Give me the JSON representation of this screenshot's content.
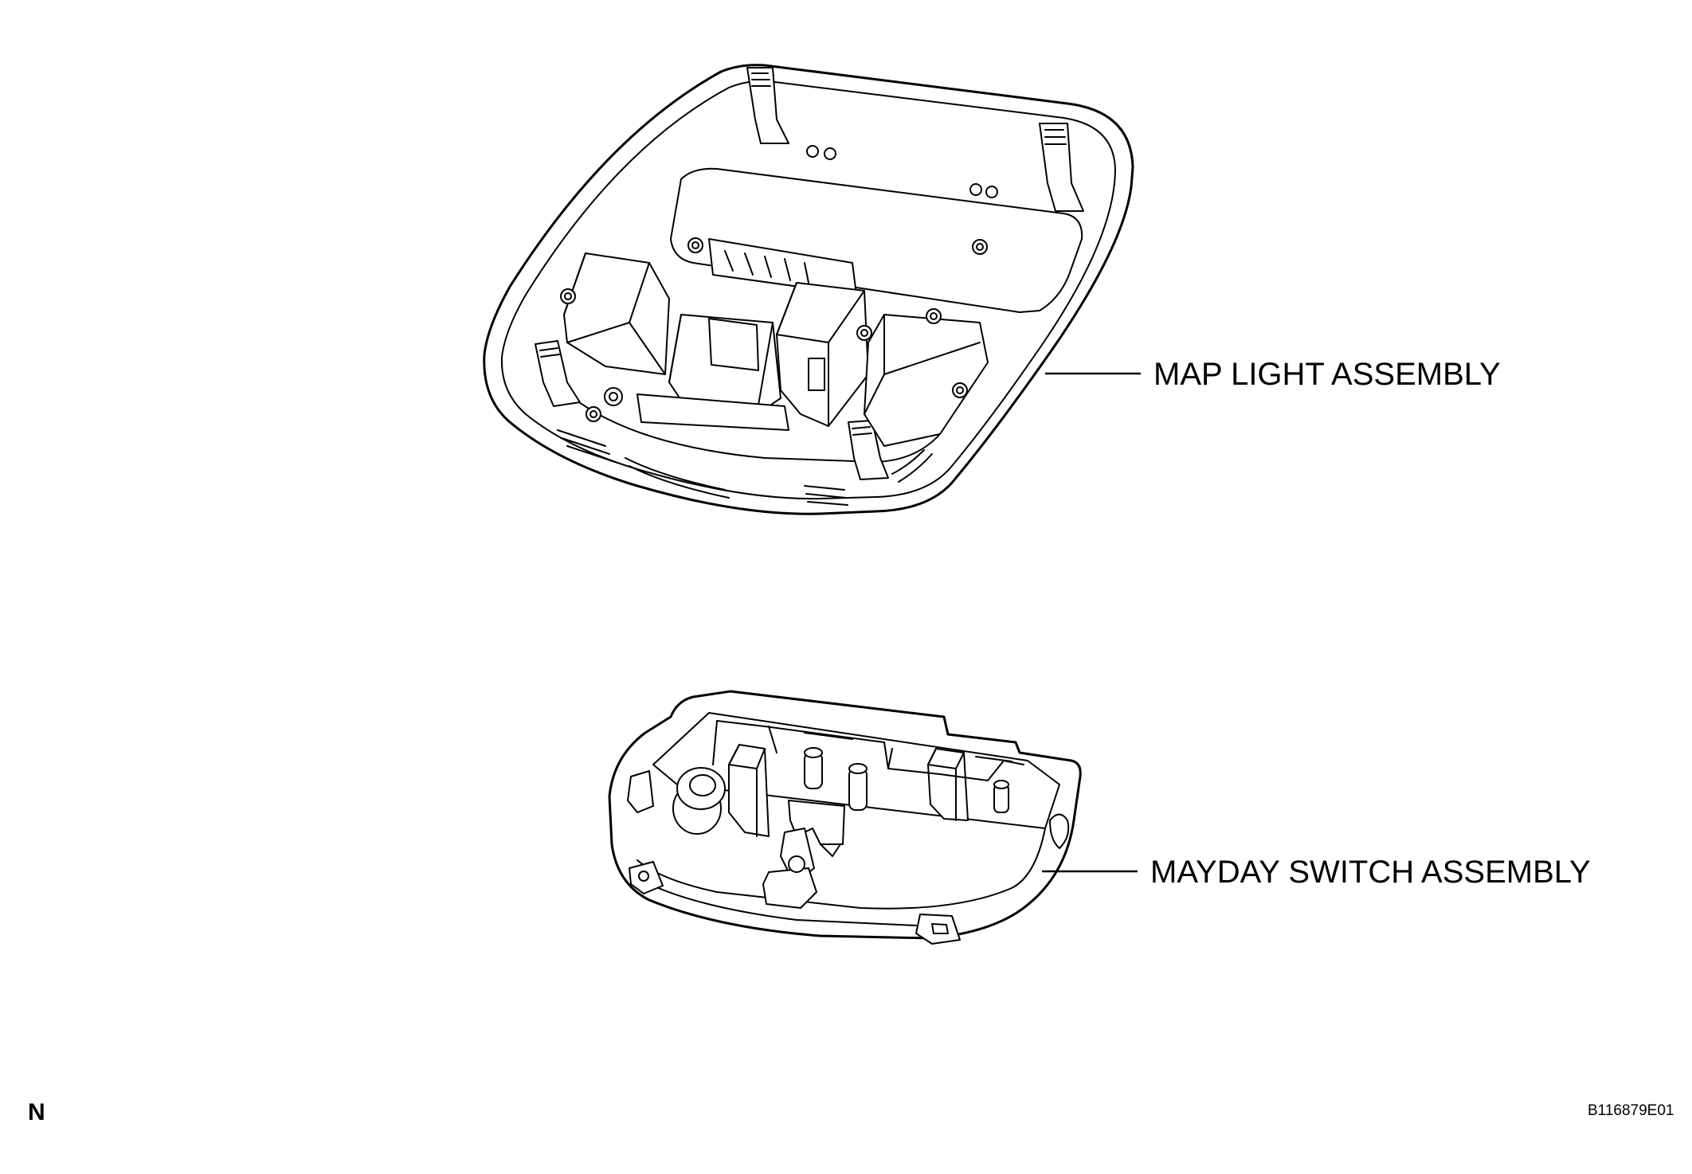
{
  "diagram": {
    "labels": {
      "map_light": "MAP LIGHT ASSEMBLY",
      "mayday_switch": "MAYDAY SWITCH ASSEMBLY"
    },
    "corner_marker": "N",
    "figure_id": "B116879E01"
  }
}
